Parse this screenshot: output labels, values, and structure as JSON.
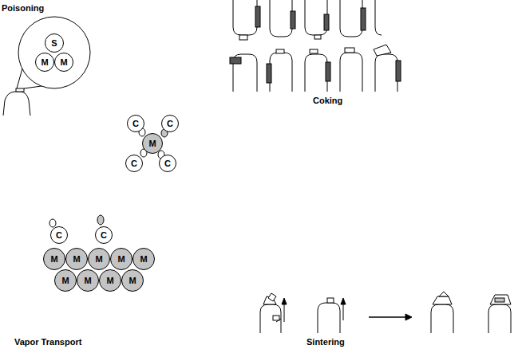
{
  "diagram": {
    "nodes": [
      {
        "text": [
          "S"
        ]
      },
      {
        "text": [
          "M"
        ]
      },
      {
        "text": [
          "M"
        ]
      },
      {
        "text": [
          "C"
        ]
      },
      {
        "text": [
          "C"
        ]
      },
      {
        "text": [
          "M"
        ]
      },
      {
        "text": [
          "C"
        ]
      },
      {
        "text": [
          "C"
        ]
      },
      {
        "text": [
          "C"
        ]
      },
      {
        "text": [
          "C"
        ]
      },
      {
        "text": [
          "M"
        ]
      },
      {
        "text": [
          "M"
        ]
      },
      {
        "text": [
          "M"
        ]
      },
      {
        "text": [
          "M"
        ]
      },
      {
        "text": [
          "M"
        ]
      },
      {
        "text": [
          "M"
        ]
      },
      {
        "text": [
          "M"
        ]
      },
      {
        "text": [
          "M"
        ]
      },
      {
        "text": [
          "M"
        ]
      }
    ],
    "labels": [
      "Poisoning",
      "Coking",
      "Vapor Transport",
      "Sintering"
    ]
  }
}
